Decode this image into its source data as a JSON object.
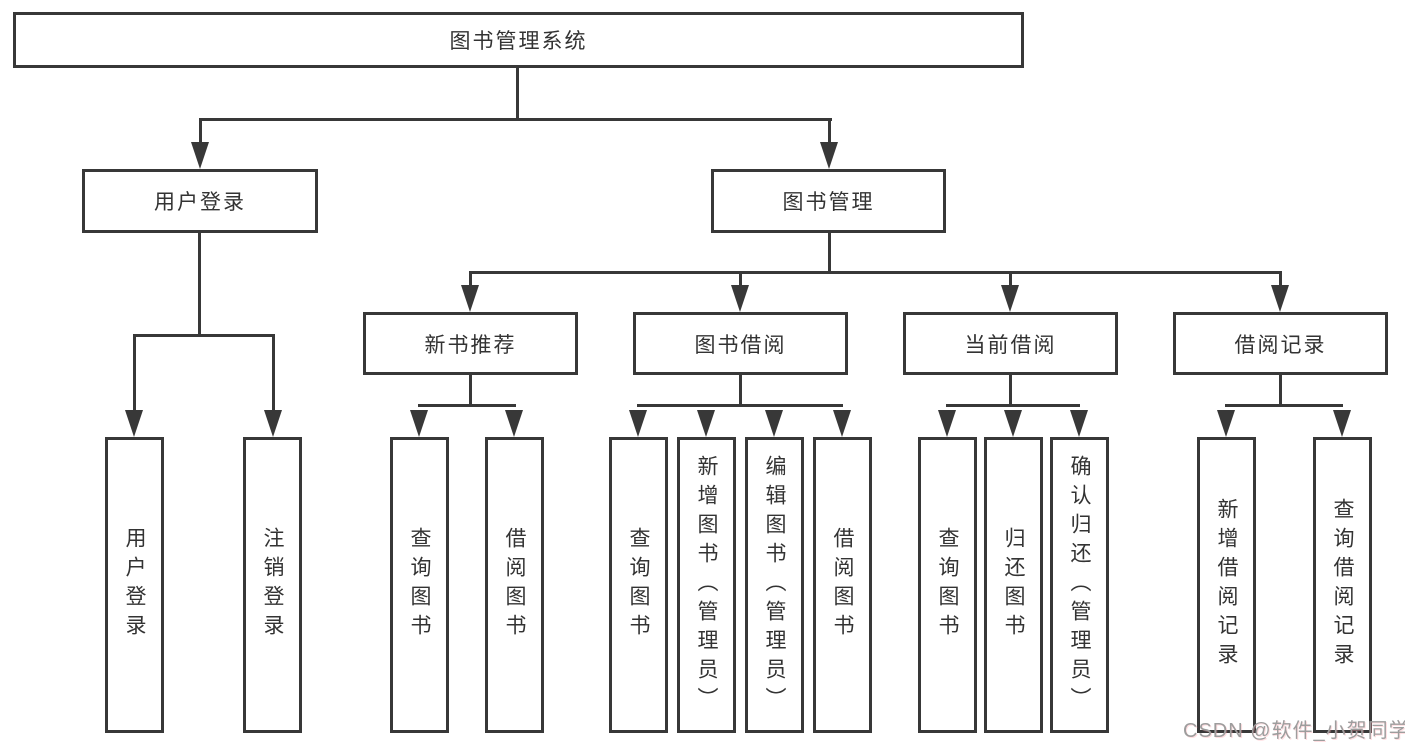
{
  "diagram": {
    "root": {
      "label": "图书管理系统"
    },
    "level1": [
      {
        "label": "用户登录"
      },
      {
        "label": "图书管理"
      }
    ],
    "level2": [
      {
        "label": "新书推荐"
      },
      {
        "label": "图书借阅"
      },
      {
        "label": "当前借阅"
      },
      {
        "label": "借阅记录"
      }
    ],
    "leaves": {
      "user": [
        {
          "label": "用户登录"
        },
        {
          "label": "注销登录"
        }
      ],
      "newbook": [
        {
          "label": "查询图书"
        },
        {
          "label": "借阅图书"
        }
      ],
      "borrow": [
        {
          "label": "查询图书"
        },
        {
          "label": "新增图书（管理员）"
        },
        {
          "label": "编辑图书（管理员）"
        },
        {
          "label": "借阅图书"
        }
      ],
      "current": [
        {
          "label": "查询图书"
        },
        {
          "label": "归还图书"
        },
        {
          "label": "确认归还（管理员）"
        }
      ],
      "records": [
        {
          "label": "新增借阅记录"
        },
        {
          "label": "查询借阅记录"
        }
      ]
    },
    "colors": {
      "line": "#383838",
      "text": "#333333",
      "background": "#ffffff",
      "watermark": "#9d9d9d"
    }
  },
  "watermark": {
    "text": "CSDN @软件_小贺同学"
  }
}
